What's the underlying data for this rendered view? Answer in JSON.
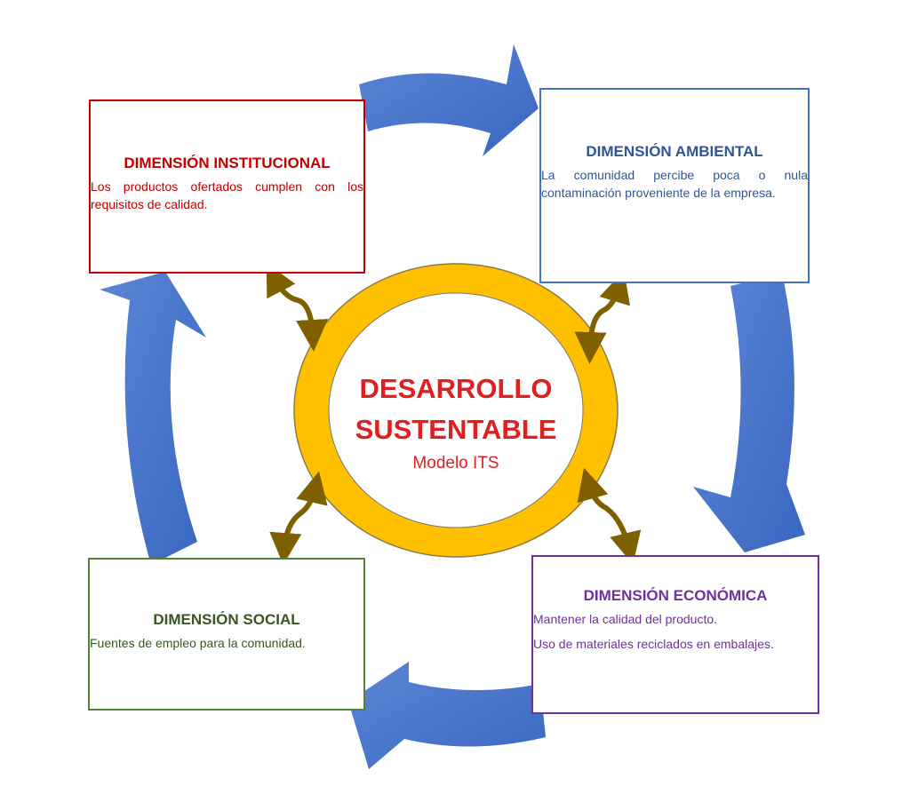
{
  "center": {
    "title_line1": "DESARROLLO",
    "title_line2": "SUSTENTABLE",
    "subtitle": "Modelo ITS"
  },
  "boxes": {
    "institucional": {
      "title": "DIMENSIÓN INSTITUCIONAL",
      "text": "Los productos ofertados cumplen con los requisitos de calidad."
    },
    "ambiental": {
      "title": "DIMENSIÓN AMBIENTAL",
      "text": "La comunidad percibe poca o nula contaminación proveniente de la empresa."
    },
    "economica": {
      "title": "DIMENSIÓN ECONÓMICA",
      "text1": "Mantener la calidad del producto.",
      "text2": "Uso de materiales reciclados en embalajes."
    },
    "social": {
      "title": "DIMENSIÓN SOCIAL",
      "text": "Fuentes de empleo para la comunidad."
    }
  },
  "colors": {
    "cycle_arrow": "#4472c4",
    "ring": "#ffc000",
    "link_arrow": "#7f6000",
    "center_text": "#e02020"
  }
}
